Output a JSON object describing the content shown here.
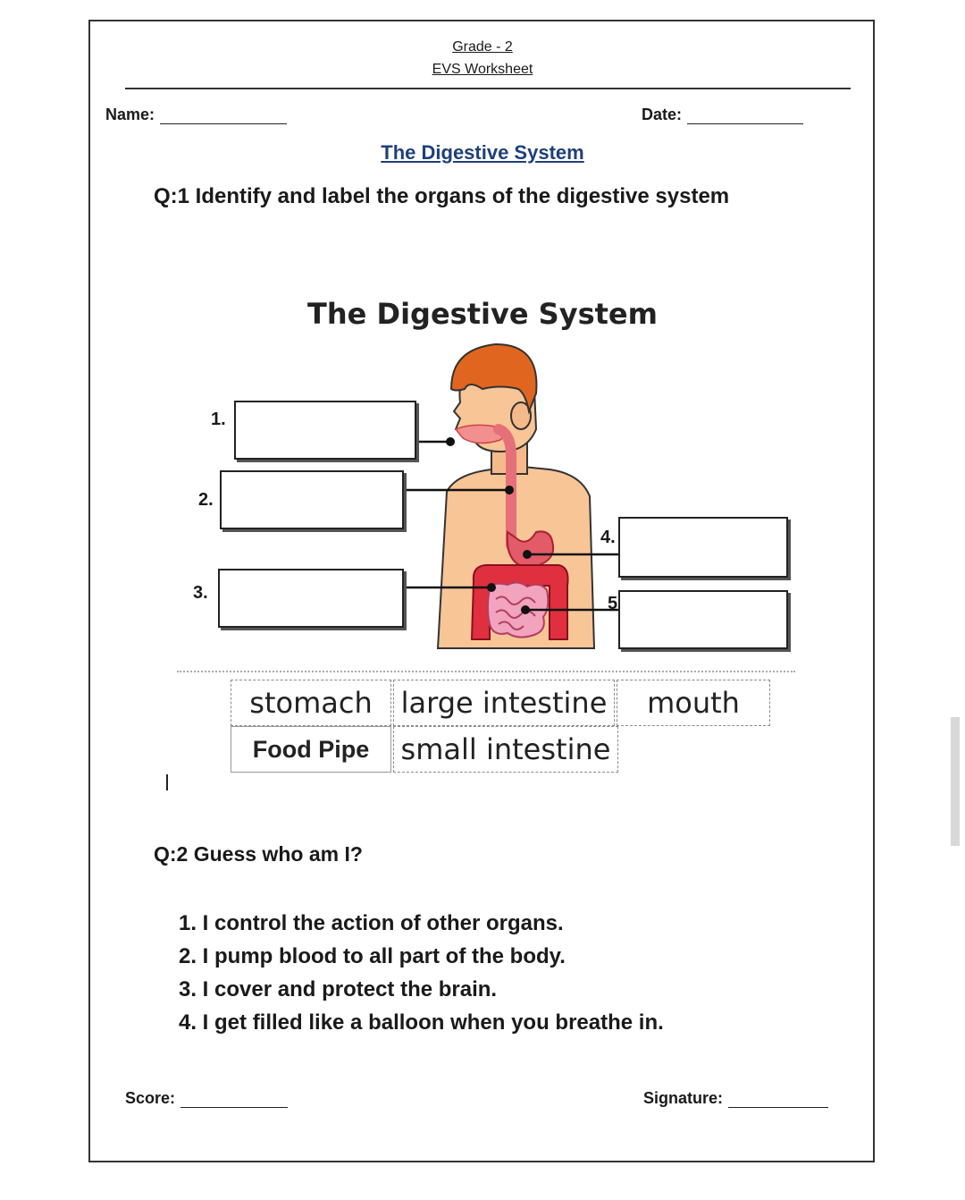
{
  "header": {
    "grade": "Grade - 2",
    "worksheet": "EVS Worksheet"
  },
  "fields": {
    "name_label": "Name:",
    "date_label": "Date:",
    "score_label": "Score:",
    "signature_label": "Signature:"
  },
  "title": "The Digestive System",
  "q1": {
    "prompt": "Q:1 Identify and label the organs of the digestive system",
    "diagram_title": "The Digestive System",
    "box_numbers": [
      "1.",
      "2.",
      "3.",
      "4.",
      "5."
    ],
    "word_bank": [
      "stomach",
      "large intestine",
      "mouth",
      "Food Pipe",
      "small intestine"
    ]
  },
  "q2": {
    "prompt": "Q:2 Guess who am I?",
    "items": [
      "1. I control the action of other organs.",
      "2. I pump blood to all part of the body.",
      "3. I cover and protect the brain.",
      "4. I get filled like a balloon when you breathe in."
    ]
  }
}
